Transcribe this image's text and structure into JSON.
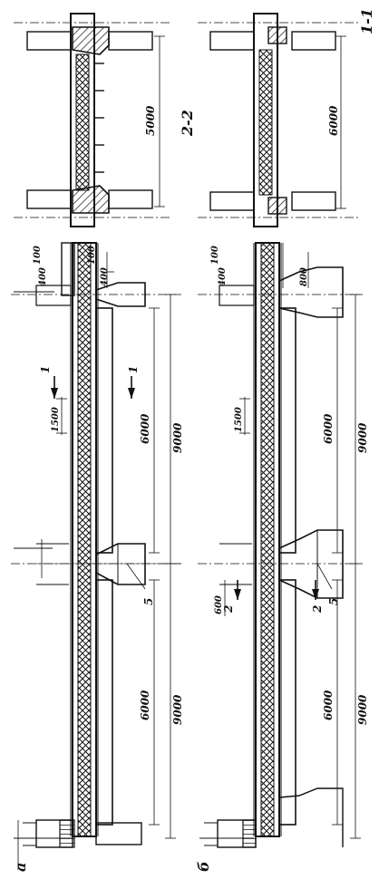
{
  "panels": {
    "a": {
      "letter": "а",
      "dims": {
        "span_left_inner": "6000",
        "span_left_outer": "9000",
        "span_right_inner": "6000",
        "span_right_outer": "9000",
        "hinge": "1500",
        "col_w": "400",
        "cant": "100",
        "end_a": "400",
        "end_b": "100",
        "col_label": "5"
      },
      "section_mark_top": "1",
      "section_mark_bottom": "1"
    },
    "b": {
      "letter": "б",
      "dims": {
        "span_left_inner": "6000",
        "span_left_outer": "9000",
        "span_right_inner": "6000",
        "span_right_outer": "9000",
        "hinge": "1500",
        "col_w": "400",
        "cant": "100",
        "end_a": "800",
        "mid": "600",
        "col_label": "5"
      },
      "section_mark_top": "2",
      "section_mark_bottom": "2"
    }
  },
  "sections": {
    "s1": {
      "title": "1-1",
      "span": "5000"
    },
    "s2": {
      "title": "2-2",
      "span": "6000"
    }
  }
}
